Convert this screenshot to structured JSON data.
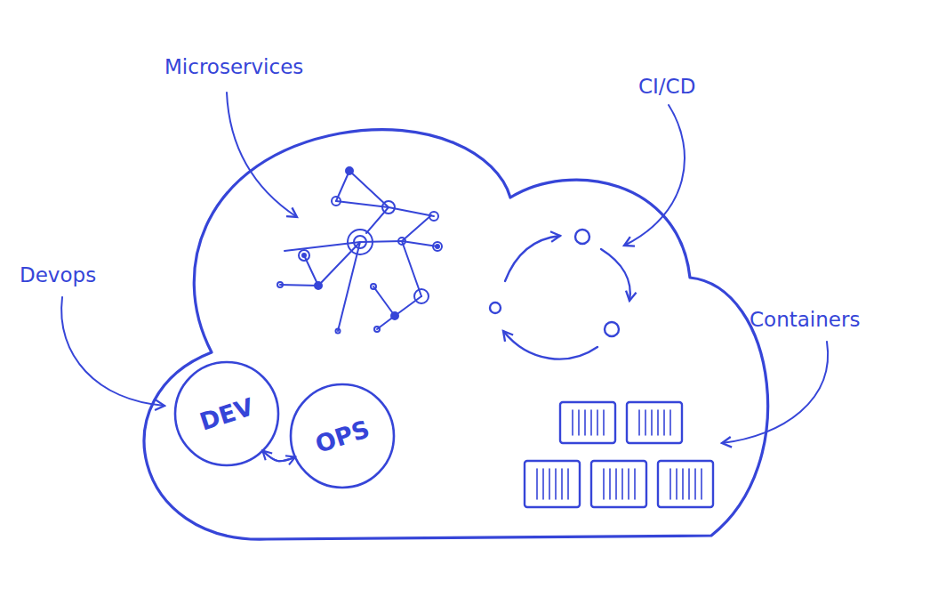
{
  "diagram": {
    "nodes": [
      {
        "text": [
          "DEV"
        ]
      },
      {
        "text": [
          "OPS"
        ]
      }
    ],
    "edges": [
      {
        "from": 1,
        "to": 0,
        "arrow": "to"
      },
      {
        "from": 0,
        "to": 1,
        "arrow": "to"
      }
    ],
    "labels": [
      "Microservices",
      "CI/CD",
      "Devops",
      "Containers"
    ]
  }
}
